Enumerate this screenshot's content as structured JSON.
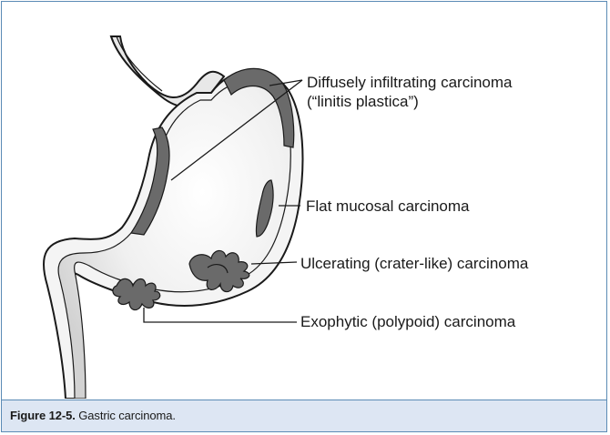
{
  "labels": {
    "diffuse_line1": "Diffusely infiltrating carcinoma",
    "diffuse_line2": "(“linitis plastica”)",
    "flat": "Flat mucosal carcinoma",
    "ulcerating": "Ulcerating (crater-like) carcinoma",
    "exophytic": "Exophytic (polypoid) carcinoma"
  },
  "caption": {
    "figure_label": "Figure 12-5.",
    "text": " Gastric carcinoma."
  },
  "colors": {
    "frame_border": "#5b8bb5",
    "caption_bg": "#dde6f3",
    "tumor_fill": "#6a6a6a",
    "stomach_fill": "#e8e8e8",
    "outline": "#1a1a1a"
  }
}
